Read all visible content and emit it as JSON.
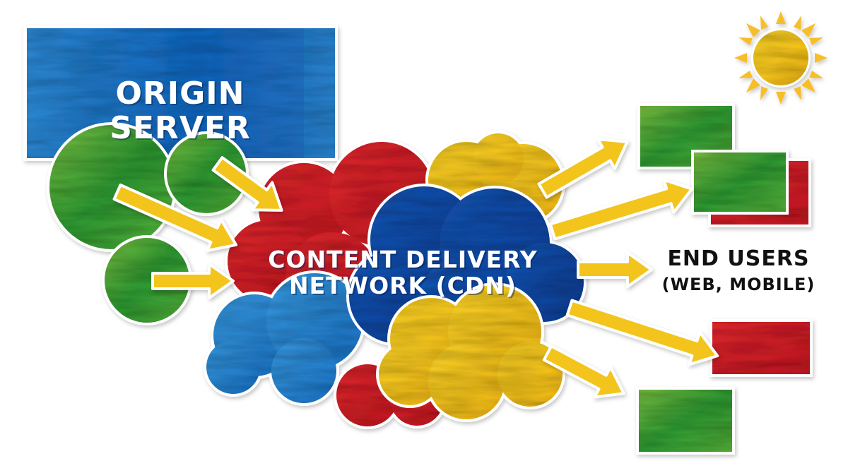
{
  "origin": {
    "label": "ORIGIN SERVER"
  },
  "cdn": {
    "label_line1": "CONTENT DELIVERY",
    "label_line2": "NETWORK (CDN)"
  },
  "end_users": {
    "title": "END USERS",
    "subtitle": "(WEB, MOBILE)"
  },
  "colors": {
    "blue": "#1d74c9",
    "deep_blue": "#154fa6",
    "red": "#d9232c",
    "yellow": "#f6c518",
    "green": "#3aa53a",
    "arrow": "#f3c41c",
    "sun": "#f7be2a"
  },
  "icons": [
    "sun-icon"
  ]
}
